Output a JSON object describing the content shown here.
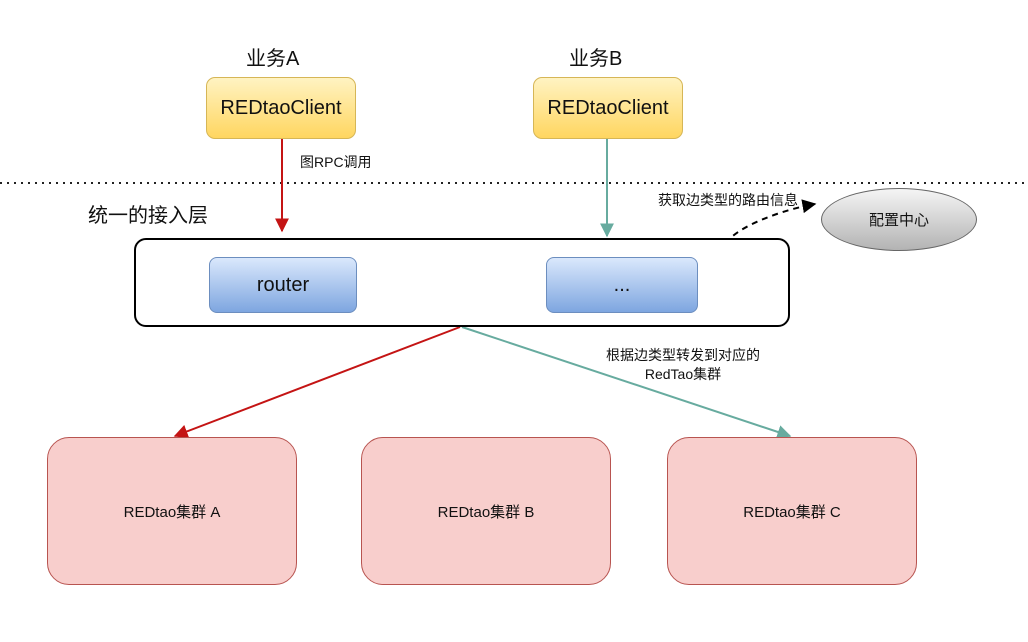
{
  "business": [
    {
      "label": "业务A",
      "client": "REDtaoClient"
    },
    {
      "label": "业务B",
      "client": "REDtaoClient"
    }
  ],
  "rpc_note": "图RPC调用",
  "access_layer": {
    "label": "统一的接入层",
    "router": "router",
    "other": "..."
  },
  "config_center": {
    "label": "配置中心",
    "note": "获取边类型的路由信息"
  },
  "forward_note": {
    "line1": "根据边类型转发到对应的",
    "line2": "RedTao集群"
  },
  "clusters": [
    "REDtao集群 A",
    "REDtao集群 B",
    "REDtao集群 C"
  ],
  "colors": {
    "red_arrow": "#c41414",
    "teal_arrow": "#67ab9f",
    "client_fill": "#ffd660",
    "inner_fill": "#7ea6e0",
    "cluster_fill": "#f8cecc"
  }
}
